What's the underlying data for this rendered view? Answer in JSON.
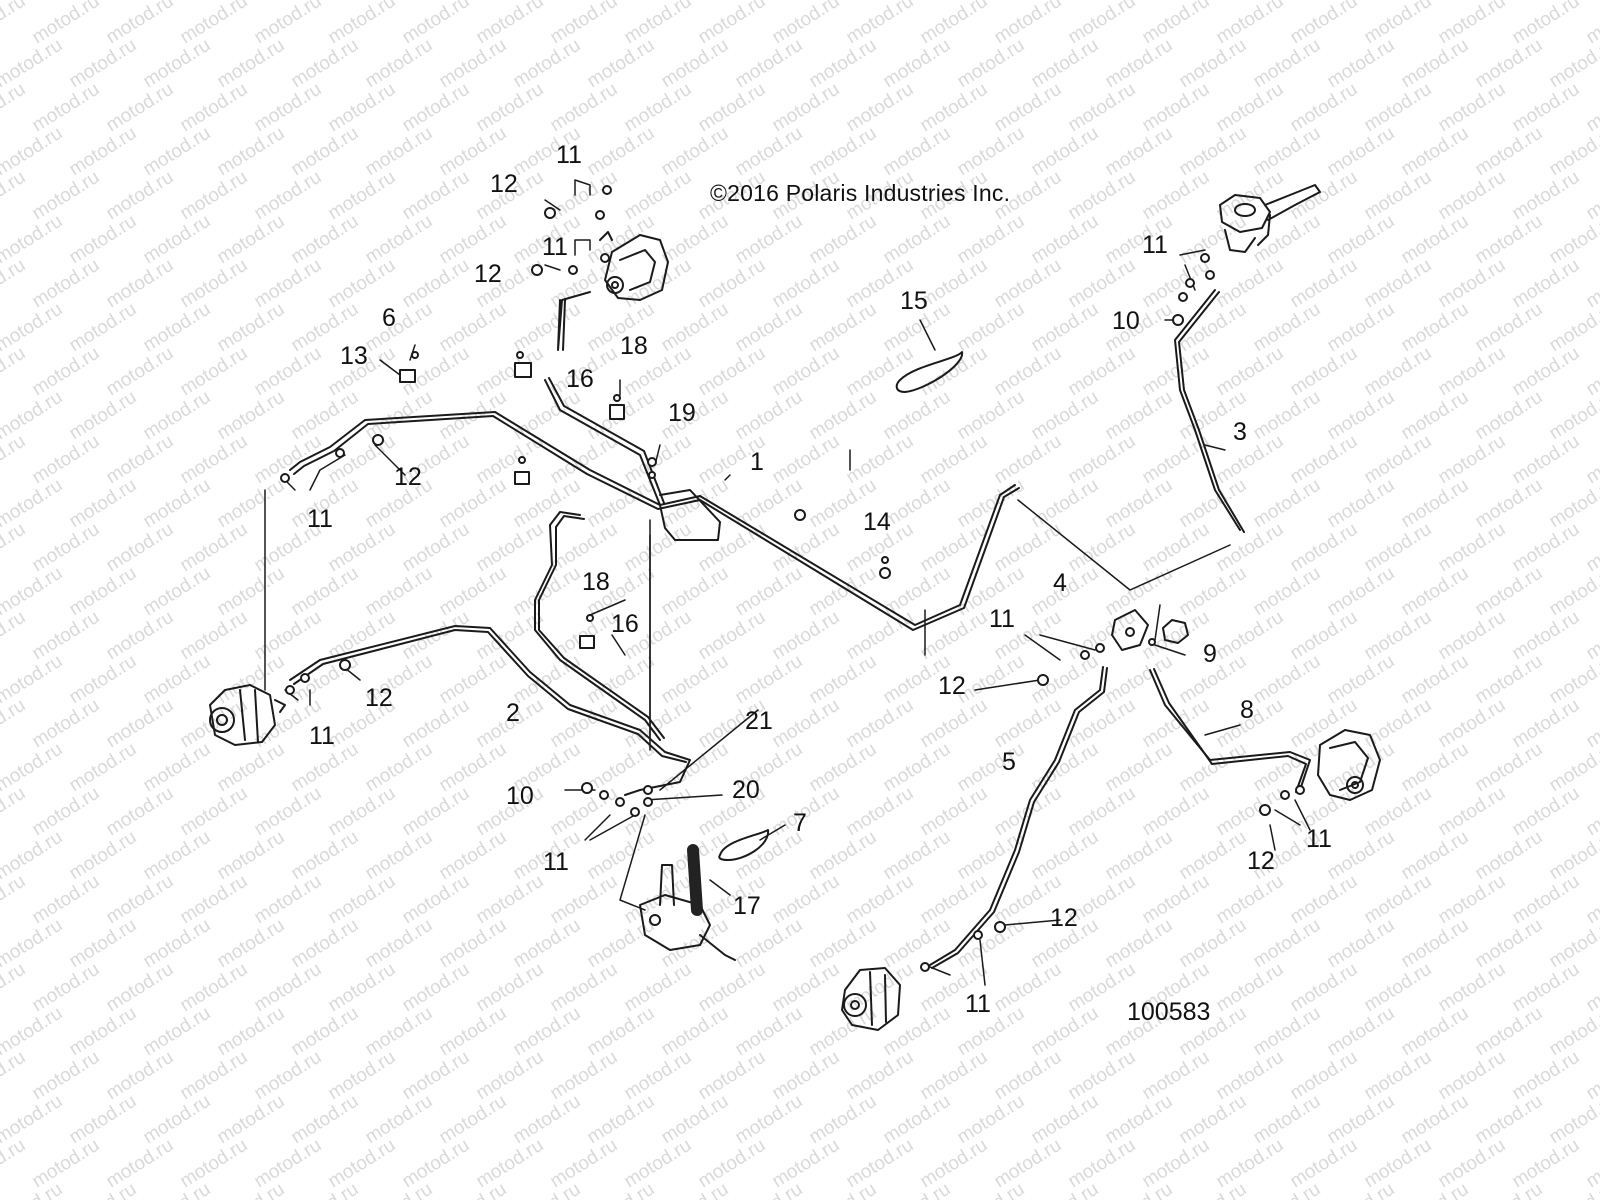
{
  "copyright": "©2016 Polaris Industries Inc.",
  "diagram_number": "100583",
  "watermark": "motod.ru",
  "callouts": [
    {
      "id": "c-11-top1",
      "text": "11"
    },
    {
      "id": "c-12-top1",
      "text": "12"
    },
    {
      "id": "c-11-top2",
      "text": "11"
    },
    {
      "id": "c-12-top2",
      "text": "12"
    },
    {
      "id": "c-6",
      "text": "6"
    },
    {
      "id": "c-13",
      "text": "13"
    },
    {
      "id": "c-16-a",
      "text": "16"
    },
    {
      "id": "c-18-a",
      "text": "18"
    },
    {
      "id": "c-19",
      "text": "19"
    },
    {
      "id": "c-15",
      "text": "15"
    },
    {
      "id": "c-1",
      "text": "1"
    },
    {
      "id": "c-14",
      "text": "14"
    },
    {
      "id": "c-12-left",
      "text": "12"
    },
    {
      "id": "c-11-left",
      "text": "11"
    },
    {
      "id": "c-18-b",
      "text": "18"
    },
    {
      "id": "c-16-b",
      "text": "16"
    },
    {
      "id": "c-12-lowleft",
      "text": "12"
    },
    {
      "id": "c-11-lowleft",
      "text": "11"
    },
    {
      "id": "c-2",
      "text": "2"
    },
    {
      "id": "c-21",
      "text": "21"
    },
    {
      "id": "c-10-low",
      "text": "10"
    },
    {
      "id": "c-20",
      "text": "20"
    },
    {
      "id": "c-11-low",
      "text": "11"
    },
    {
      "id": "c-7",
      "text": "7"
    },
    {
      "id": "c-17",
      "text": "17"
    },
    {
      "id": "c-11-tr",
      "text": "11"
    },
    {
      "id": "c-10-tr",
      "text": "10"
    },
    {
      "id": "c-3",
      "text": "3"
    },
    {
      "id": "c-4",
      "text": "4"
    },
    {
      "id": "c-11-mid",
      "text": "11"
    },
    {
      "id": "c-9",
      "text": "9"
    },
    {
      "id": "c-12-mid",
      "text": "12"
    },
    {
      "id": "c-5",
      "text": "5"
    },
    {
      "id": "c-8",
      "text": "8"
    },
    {
      "id": "c-12-right",
      "text": "12"
    },
    {
      "id": "c-11-right",
      "text": "11"
    },
    {
      "id": "c-12-bot",
      "text": "12"
    },
    {
      "id": "c-11-bot",
      "text": "11"
    }
  ]
}
